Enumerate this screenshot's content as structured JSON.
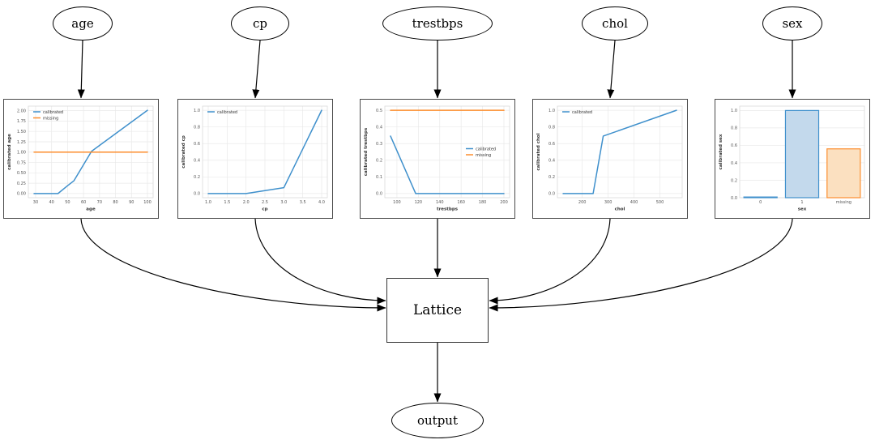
{
  "nodes": {
    "age": {
      "label": "age"
    },
    "cp": {
      "label": "cp"
    },
    "trestbps": {
      "label": "trestbps"
    },
    "chol": {
      "label": "chol"
    },
    "sex": {
      "label": "sex"
    },
    "lattice": {
      "label": "Lattice"
    },
    "output": {
      "label": "output"
    }
  },
  "edges": [
    {
      "from": "age",
      "to": "chart-age"
    },
    {
      "from": "cp",
      "to": "chart-cp"
    },
    {
      "from": "trestbps",
      "to": "chart-trestbps"
    },
    {
      "from": "chol",
      "to": "chart-chol"
    },
    {
      "from": "sex",
      "to": "chart-sex"
    },
    {
      "from": "chart-age",
      "to": "lattice"
    },
    {
      "from": "chart-cp",
      "to": "lattice"
    },
    {
      "from": "chart-trestbps",
      "to": "lattice"
    },
    {
      "from": "chart-chol",
      "to": "lattice"
    },
    {
      "from": "chart-sex",
      "to": "lattice"
    },
    {
      "from": "lattice",
      "to": "output"
    }
  ],
  "colors": {
    "blue_stroke": "#3f90cc",
    "blue_fill": "#c3d9ec",
    "orange_stroke": "#fc8d2d",
    "orange_fill": "#fbe0c0",
    "grid": "#e9e9e9",
    "plot_frame": "#d9d9d9",
    "tick_text": "#555555",
    "label_text": "#333333",
    "edge_line": "#000000"
  },
  "chart_data": [
    {
      "id": "chart-age",
      "type": "line",
      "xlabel": "age",
      "ylabel": "calibrated age",
      "xlim": [
        25.45,
        103.55
      ],
      "ylim": [
        -0.1,
        2.11
      ],
      "xticks": [
        30,
        40,
        50,
        60,
        70,
        80,
        90,
        100
      ],
      "xtick_labels": [
        "30",
        "40",
        "50",
        "60",
        "70",
        "80",
        "90",
        "100"
      ],
      "yticks": [
        0,
        0.25,
        0.5,
        0.75,
        1.0,
        1.25,
        1.5,
        1.75,
        2.0
      ],
      "ytick_labels": [
        "0.00",
        "0.25",
        "0.50",
        "0.75",
        "1.00",
        "1.25",
        "1.50",
        "1.75",
        "2.00"
      ],
      "series": [
        {
          "name": "calibrated",
          "color": "blue",
          "points": [
            [
              29,
              0
            ],
            [
              44,
              0
            ],
            [
              50,
              0.19
            ],
            [
              54,
              0.31
            ],
            [
              65,
              1.02
            ],
            [
              100,
              2.01
            ]
          ]
        },
        {
          "name": "missing",
          "color": "orange",
          "points": [
            [
              29,
              1.0
            ],
            [
              100,
              1.0
            ]
          ]
        }
      ],
      "legend": {
        "position": "top-left",
        "entries": [
          "calibrated",
          "missing"
        ]
      }
    },
    {
      "id": "chart-cp",
      "type": "line",
      "xlabel": "cp",
      "ylabel": "calibrated cp",
      "xlim": [
        0.85,
        4.15
      ],
      "ylim": [
        -0.05,
        1.05
      ],
      "xticks": [
        1.0,
        1.5,
        2.0,
        2.5,
        3.0,
        3.5,
        4.0
      ],
      "xtick_labels": [
        "1.0",
        "1.5",
        "2.0",
        "2.5",
        "3.0",
        "3.5",
        "4.0"
      ],
      "yticks": [
        0,
        0.2,
        0.4,
        0.6,
        0.8,
        1.0
      ],
      "ytick_labels": [
        "0.0",
        "0.2",
        "0.4",
        "0.6",
        "0.8",
        "1.0"
      ],
      "series": [
        {
          "name": "calibrated",
          "color": "blue",
          "points": [
            [
              1,
              0
            ],
            [
              2,
              0
            ],
            [
              3,
              0.07
            ],
            [
              4,
              1.0
            ]
          ]
        }
      ],
      "legend": {
        "position": "top-left",
        "entries": [
          "calibrated"
        ]
      }
    },
    {
      "id": "chart-trestbps",
      "type": "line",
      "xlabel": "trestbps",
      "ylabel": "calibrated trestbps",
      "xlim": [
        88.7,
        205.3
      ],
      "ylim": [
        -0.025,
        0.525
      ],
      "xticks": [
        100,
        120,
        140,
        160,
        180,
        200
      ],
      "xtick_labels": [
        "100",
        "120",
        "140",
        "160",
        "180",
        "200"
      ],
      "yticks": [
        0,
        0.1,
        0.2,
        0.3,
        0.4,
        0.5
      ],
      "ytick_labels": [
        "0.0",
        "0.1",
        "0.2",
        "0.3",
        "0.4",
        "0.5"
      ],
      "series": [
        {
          "name": "calibrated",
          "color": "blue",
          "points": [
            [
              94,
              0.345
            ],
            [
              117.5,
              0
            ],
            [
              200,
              0
            ]
          ]
        },
        {
          "name": "missing",
          "color": "orange",
          "points": [
            [
              94,
              0.5
            ],
            [
              200,
              0.5
            ]
          ]
        }
      ],
      "legend": {
        "position": "center-right",
        "entries": [
          "calibrated",
          "missing"
        ]
      }
    },
    {
      "id": "chart-chol",
      "type": "line",
      "xlabel": "chol",
      "ylabel": "calibrated chol",
      "xlim": [
        104,
        586
      ],
      "ylim": [
        -0.05,
        1.05
      ],
      "xticks": [
        200,
        300,
        400,
        500
      ],
      "xtick_labels": [
        "200",
        "300",
        "400",
        "500"
      ],
      "yticks": [
        0,
        0.2,
        0.4,
        0.6,
        0.8,
        1.0
      ],
      "ytick_labels": [
        "0.0",
        "0.2",
        "0.4",
        "0.6",
        "0.8",
        "1.0"
      ],
      "series": [
        {
          "name": "calibrated",
          "color": "blue",
          "points": [
            [
              126,
              0
            ],
            [
              242,
              0
            ],
            [
              281,
              0.69
            ],
            [
              564,
              1.0
            ]
          ]
        }
      ],
      "legend": {
        "position": "top-left",
        "entries": [
          "calibrated"
        ]
      }
    },
    {
      "id": "chart-sex",
      "type": "bar",
      "xlabel": "sex",
      "ylabel": "calibrated sex",
      "categories": [
        "0",
        "1",
        "missing"
      ],
      "values": [
        0.008,
        1.0,
        0.56
      ],
      "bar_colors": [
        "blue",
        "blue",
        "orange"
      ],
      "ylim": [
        0,
        1.05
      ],
      "yticks": [
        0,
        0.2,
        0.4,
        0.6,
        0.8,
        1.0
      ],
      "ytick_labels": [
        "0.0",
        "0.2",
        "0.4",
        "0.6",
        "0.8",
        "1.0"
      ],
      "legend": null
    }
  ]
}
